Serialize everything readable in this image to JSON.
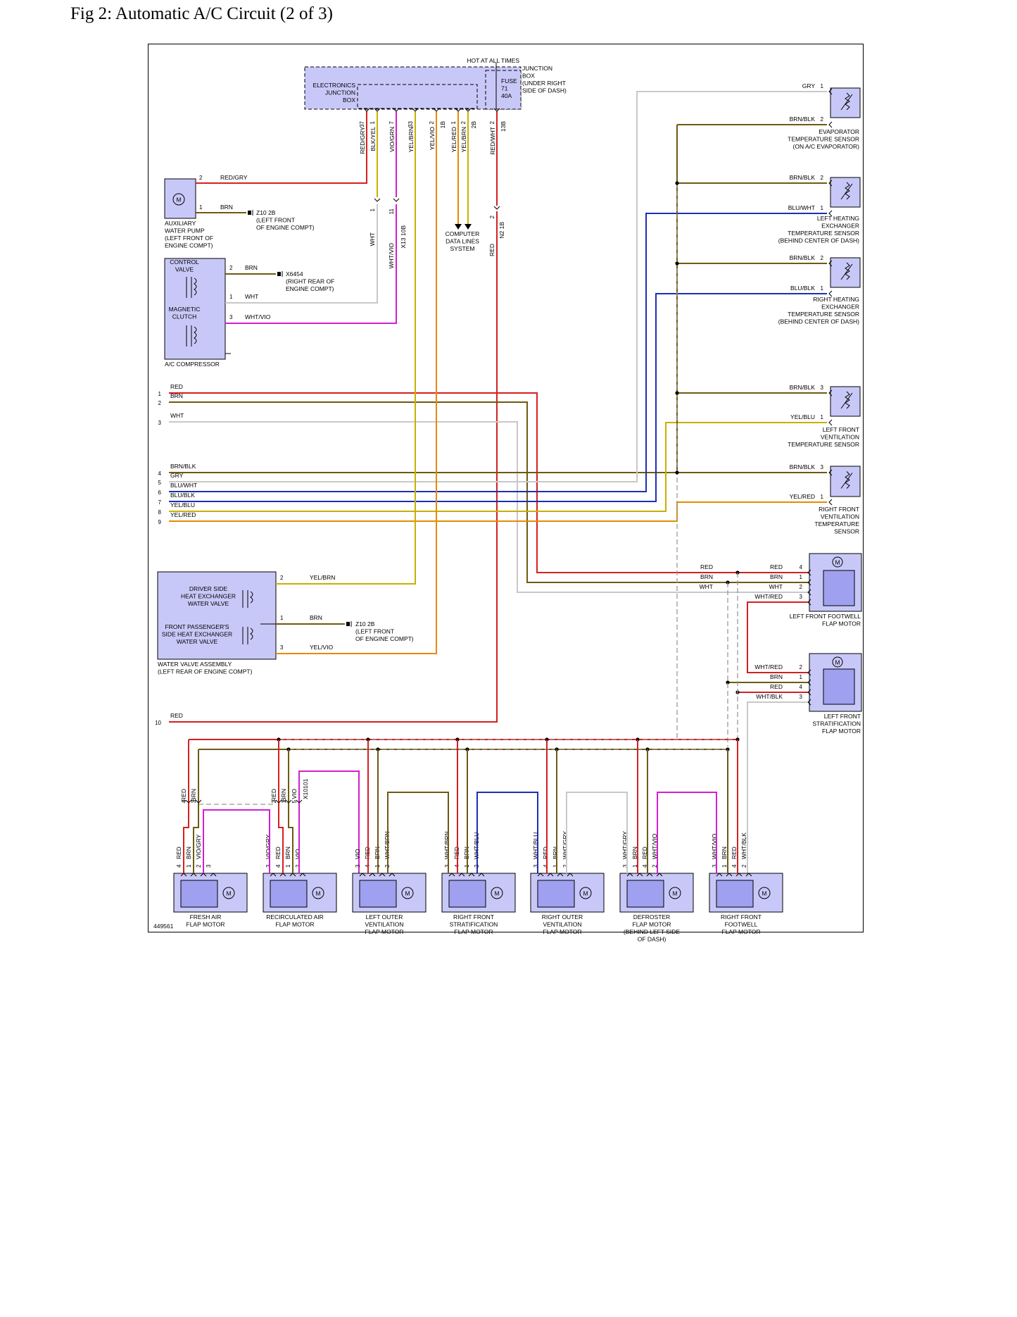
{
  "title": "Fig 2: Automatic A/C Circuit (2 of 3)",
  "figure_id": "449561",
  "colors": {
    "red": "#d42020",
    "brn": "#6e5a10",
    "yel": "#c8b000",
    "gry": "#c8c8c8",
    "blu": "#1c2fb5",
    "vio": "#d020d0",
    "orange": "#e68a00",
    "box": "#c8c8f8",
    "box_dark": "#a0a0f0"
  },
  "junction": {
    "hot_label": "HOT AT ALL TIMES",
    "ejb_label": [
      "ELECTRONICS",
      "JUNCTION",
      "BOX"
    ],
    "fuse_label": [
      "FUSE",
      "71",
      "40A"
    ],
    "jb_label": [
      "JUNCTION",
      "BOX",
      "(UNDER RIGHT",
      "SIDE OF DASH)"
    ]
  },
  "top_wires": [
    {
      "pin": "37",
      "color": "RED/GRY"
    },
    {
      "pin": "1",
      "color": "BLK/YEL"
    },
    {
      "pin": "7",
      "color": "VIO/GRN"
    },
    {
      "pin": "33",
      "color": "YEL/BRN"
    },
    {
      "pin": "2",
      "color": "YEL/VIO"
    },
    {
      "pin": "1B",
      "color": ""
    },
    {
      "pin": "1",
      "color": "YEL/RED"
    },
    {
      "pin": "2",
      "color": "YEL/BRN"
    },
    {
      "pin": "2B",
      "color": ""
    },
    {
      "pin": "2",
      "color": "RED/WHT"
    },
    {
      "pin": "13B",
      "color": ""
    }
  ],
  "mid_wires": {
    "wht": "WHT",
    "whtvio": "WHT/VIO",
    "x13": "X13 10B",
    "red": "RED",
    "n2": "N2 1B",
    "pin1": "1",
    "pin11": "11",
    "pin2": "2"
  },
  "computer": [
    "COMPUTER",
    "DATA LINES",
    "SYSTEM"
  ],
  "aux_pump": {
    "label": [
      "AUXILIARY",
      "WATER PUMP",
      "(LEFT FRONT OF",
      "ENGINE COMPT)"
    ],
    "p2": "2",
    "p1": "1",
    "w2": "RED/GRY",
    "w1": "BRN",
    "ground": [
      "Z10 2B",
      "(LEFT FRONT",
      "OF ENGINE COMPT)"
    ]
  },
  "compressor": {
    "label": "A/C COMPRESSOR",
    "cv": [
      "CONTROL",
      "VALVE"
    ],
    "mc": [
      "MAGNETIC",
      "CLUTCH"
    ],
    "p2": "2",
    "p1": "1",
    "p3": "3",
    "w2": "BRN",
    "w1": "WHT",
    "w3": "WHT/VIO",
    "ground": [
      "X6454",
      "(RIGHT REAR OF",
      "ENGINE COMPT)"
    ]
  },
  "left_pins": [
    {
      "n": "1",
      "w": "RED"
    },
    {
      "n": "2",
      "w": "BRN"
    },
    {
      "n": "3",
      "w": "WHT"
    },
    {
      "n": "4",
      "w": "BRN/BLK"
    },
    {
      "n": "5",
      "w": "GRY"
    },
    {
      "n": "6",
      "w": "BLU/WHT"
    },
    {
      "n": "7",
      "w": "BLU/BLK"
    },
    {
      "n": "8",
      "w": "YEL/BLU"
    },
    {
      "n": "9",
      "w": "YEL/RED"
    },
    {
      "n": "10",
      "w": "RED"
    }
  ],
  "sensors": [
    {
      "label": [
        "EVAPORATOR",
        "TEMPERATURE SENSOR",
        "(ON A/C EVAPORATOR)"
      ],
      "w1": "GRY",
      "p1": "1",
      "w2": "BRN/BLK",
      "p2": "2"
    },
    {
      "label": [
        "LEFT HEATING",
        "EXCHANGER",
        "TEMPERATURE SENSOR",
        "(BEHIND CENTER OF DASH)"
      ],
      "w1": "BRN/BLK",
      "p1": "2",
      "w2": "BLU/WHT",
      "p2": "1"
    },
    {
      "label": [
        "RIGHT HEATING",
        "EXCHANGER",
        "TEMPERATURE SENSOR",
        "(BEHIND CENTER OF DASH)"
      ],
      "w1": "BRN/BLK",
      "p1": "2",
      "w2": "BLU/BLK",
      "p2": "1"
    },
    {
      "label": [
        "LEFT FRONT",
        "VENTILATION",
        "TEMPERATURE SENSOR"
      ],
      "w1": "BRN/BLK",
      "p1": "3",
      "w2": "YEL/BLU",
      "p2": "1"
    },
    {
      "label": [
        "RIGHT FRONT",
        "VENTILATION",
        "TEMPERATURE",
        "SENSOR"
      ],
      "w1": "BRN/BLK",
      "p1": "3",
      "w2": "YEL/RED",
      "p2": "1"
    }
  ],
  "water_valve": {
    "label": [
      "WATER VALVE ASSEMBLY",
      "(LEFT REAR OF ENGINE COMPT)"
    ],
    "drv": [
      "DRIVER SIDE",
      "HEAT EXCHANGER",
      "WATER VALVE"
    ],
    "pass": [
      "FRONT PASSENGER'S",
      "SIDE HEAT EXCHANGER",
      "WATER VALVE"
    ],
    "p2": "2",
    "p1": "1",
    "p3": "3",
    "w2": "YEL/BRN",
    "w1": "BRN",
    "w3": "YEL/VIO",
    "ground": [
      "Z10 2B",
      "(LEFT FRONT",
      "OF ENGINE COMPT)"
    ]
  },
  "footwell_motor": {
    "label": [
      "LEFT FRONT FOOTWELL",
      "FLAP MOTOR"
    ],
    "rows": [
      {
        "w": "RED",
        "p": "4"
      },
      {
        "w": "BRN",
        "p": "1"
      },
      {
        "w": "WHT",
        "p": "2"
      },
      {
        "w": "WHT/RED",
        "p": "3"
      }
    ],
    "left": [
      "RED",
      "BRN",
      "WHT"
    ]
  },
  "strat_motor": {
    "label": [
      "LEFT FRONT",
      "STRATIFICATION",
      "FLAP MOTOR"
    ],
    "rows": [
      {
        "w": "WHT/RED",
        "p": "2"
      },
      {
        "w": "BRN",
        "p": "1"
      },
      {
        "w": "RED",
        "p": "4"
      },
      {
        "w": "WHT/BLK",
        "p": "3"
      }
    ]
  },
  "motor_glyph": "M",
  "bottom_motors": [
    {
      "label": [
        "FRESH AIR",
        "FLAP MOTOR"
      ],
      "pins": [
        "4",
        "1",
        "2",
        "3"
      ],
      "wires": [
        "RED",
        "BRN",
        "VIO/GRY",
        ""
      ]
    },
    {
      "label": [
        "RECIRCULATED AIR",
        "FLAP MOTOR"
      ],
      "pins": [
        "3",
        "4",
        "1",
        "2"
      ],
      "wires": [
        "VIO/GRY",
        "RED",
        "BRN",
        "VIO"
      ]
    },
    {
      "label": [
        "LEFT OUTER",
        "VENTILATION",
        "FLAP MOTOR"
      ],
      "pins": [
        "3",
        "4",
        "1",
        "2"
      ],
      "wires": [
        "VIO",
        "RED",
        "BRN",
        "WHT/BRN"
      ]
    },
    {
      "label": [
        "RIGHT FRONT",
        "STRATIFICATION",
        "FLAP MOTOR"
      ],
      "pins": [
        "3",
        "4",
        "1",
        "2"
      ],
      "wires": [
        "WHT/BRN",
        "RED",
        "BRN",
        "WHT/BLU"
      ]
    },
    {
      "label": [
        "RIGHT OUTER",
        "VENTILATION",
        "FLAP MOTOR"
      ],
      "pins": [
        "3",
        "4",
        "1",
        "2"
      ],
      "wires": [
        "WHT/BLU",
        "RED",
        "BRN",
        "WHT/GRY"
      ]
    },
    {
      "label": [
        "DEFROSTER",
        "FLAP MOTOR",
        "(BEHIND LEFT SIDE",
        "OF DASH)"
      ],
      "pins": [
        "3",
        "1",
        "4",
        "2"
      ],
      "wires": [
        "WHT/GRY",
        "BRN",
        "RED",
        "WHT/VIO"
      ]
    },
    {
      "label": [
        "RIGHT FRONT",
        "FOOTWELL",
        "FLAP MOTOR"
      ],
      "pins": [
        "3",
        "1",
        "4",
        "2"
      ],
      "wires": [
        "WHT/VIO",
        "BRN",
        "RED",
        "WHT/BLK"
      ]
    }
  ],
  "upper_conn": {
    "fresh": [
      {
        "p": "4",
        "w": "RED"
      },
      {
        "p": "3",
        "w": "BRN"
      }
    ],
    "recirc": [
      {
        "p": "2",
        "w": "RED"
      },
      {
        "p": "1",
        "w": "BRN"
      },
      {
        "p": "5",
        "w": "VIO"
      }
    ],
    "x": "X10101"
  }
}
